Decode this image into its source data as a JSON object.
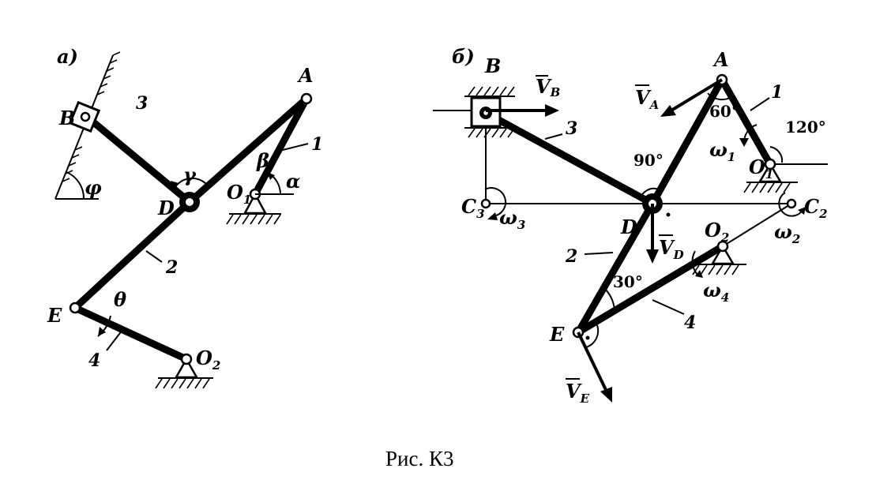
{
  "panel_a": {
    "label": "а)",
    "points": {
      "A": "A",
      "B": "B",
      "D": "D",
      "E": "E",
      "O1": "O",
      "O1_sub": "1",
      "O2": "O",
      "O2_sub": "2"
    },
    "links": {
      "l1": "1",
      "l2": "2",
      "l3": "3",
      "l4": "4"
    },
    "angles": {
      "phi": "φ",
      "gamma": "γ",
      "beta": "β",
      "alpha": "α",
      "theta": "θ"
    }
  },
  "panel_b": {
    "label": "б)",
    "points": {
      "A": "A",
      "B": "B",
      "D": "D",
      "E": "E",
      "O1": "O",
      "O1_sub": "1",
      "O2": "O",
      "O2_sub": "2",
      "C2": "C",
      "C2_sub": "2",
      "C3": "C",
      "C3_sub": "3"
    },
    "links": {
      "l1": "1",
      "l2": "2",
      "l3": "3",
      "l4": "4"
    },
    "angles": {
      "a60": "60°",
      "a120": "120°",
      "a90": "90°",
      "a30": "30°"
    },
    "velocities": {
      "VA": "V",
      "VA_sub": "A",
      "VB": "V",
      "VB_sub": "B",
      "VD": "V",
      "VD_sub": "D",
      "VE": "V",
      "VE_sub": "E"
    },
    "omegas": {
      "w1": "ω",
      "w1_sub": "1",
      "w2": "ω",
      "w2_sub": "2",
      "w3": "ω",
      "w3_sub": "3",
      "w4": "ω",
      "w4_sub": "4"
    }
  },
  "caption": "Рис. К3"
}
